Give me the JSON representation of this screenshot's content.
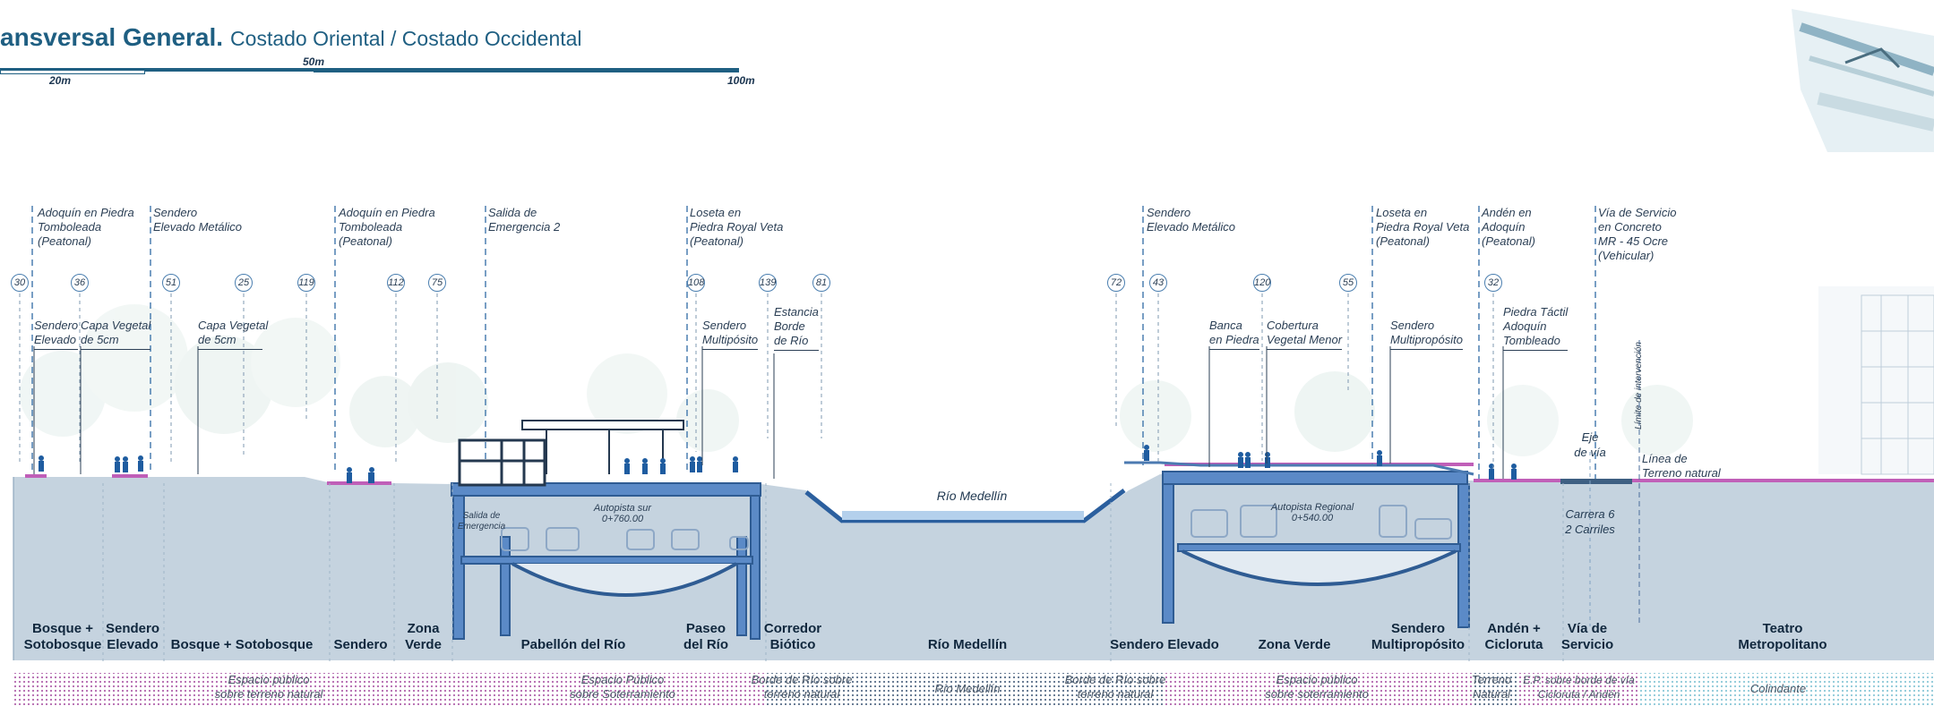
{
  "title": {
    "bold": "ansversal General.",
    "regular": "Costado Oriental / Costado Occidental"
  },
  "scale_bar": {
    "labels": [
      "20m",
      "50m",
      "100m"
    ]
  },
  "top_callouts": [
    "Adoquín en Piedra\nTomboleada\n(Peatonal)",
    "Sendero\nElevado Metálico",
    "Adoquín en Piedra\nTomboleada\n(Peatonal)",
    "Salida de\nEmergencia 2",
    "Loseta en\nPiedra Royal Veta\n(Peatonal)",
    "Sendero\nElevado Metálico",
    "Loseta en\nPiedra Royal Veta\n(Peatonal)",
    "Andén en\nAdoquín\n(Peatonal)",
    "Vía de Servicio\nen Concreto\nMR - 45 Ocre\n(Vehicular)"
  ],
  "markers": [
    "30",
    "36",
    "51",
    "25",
    "119",
    "112",
    "75",
    "108",
    "139",
    "81",
    "72",
    "43",
    "120",
    "55",
    "32"
  ],
  "sub_callouts": [
    "Sendero\nElevado",
    "Capa Vegetal\nde 5cm",
    "Capa Vegetal\nde 5cm",
    "Sendero\nMultipósito",
    "Estancia\nBorde\nde Río",
    "Banca\nen Piedra",
    "Cobertura\nVegetal Menor",
    "Sendero\nMultipropósito",
    "Piedra Táctil\nAdoquín\nTombleado"
  ],
  "section_labels": {
    "river": "Río Medellín",
    "autopista_sur": "Autopista sur\n0+760.00",
    "salida": "Salida de\nEmergencia",
    "autopista_regional": "Autopista Regional\n0+540.00",
    "eje_via": "Eje\nde vía",
    "linea_terreno": "Línea de\nTerreno natural",
    "carrera": "Carrera 6\n2 Carriles",
    "limite": "Límite de intervención"
  },
  "zones": [
    "Bosque +\nSotobosque",
    "Sendero\nElevado",
    "Bosque + Sotobosque",
    "Sendero",
    "Zona\nVerde",
    "Pabellón del Río",
    "Paseo\ndel Río",
    "Corredor\nBiótico",
    "Río Medellín",
    "Sendero Elevado",
    "Zona Verde",
    "Sendero\nMultipropósito",
    "Andén +\nCicloruta",
    "Vía de\nServicio",
    "Teatro\nMetropolitano"
  ],
  "land_use": [
    "Espacio público\nsobre terreno natural",
    "Espacio Público\nsobre Soterramiento",
    "Borde de Río sobre\nterreno natural",
    "Río Medellín",
    "Borde de Río sobre\nterreno natural",
    "Espacio público\nsobre soterramiento",
    "Terreno\nNatural",
    "E.P. sobre borde de vía\nCicloruta / Andén",
    "Colindante"
  ],
  "colors": {
    "ground": "#c5d3df",
    "structure": "#5b8ac7",
    "title": "#1f5f82",
    "magenta": "#c05fb8",
    "river": "#b4d0ec"
  }
}
